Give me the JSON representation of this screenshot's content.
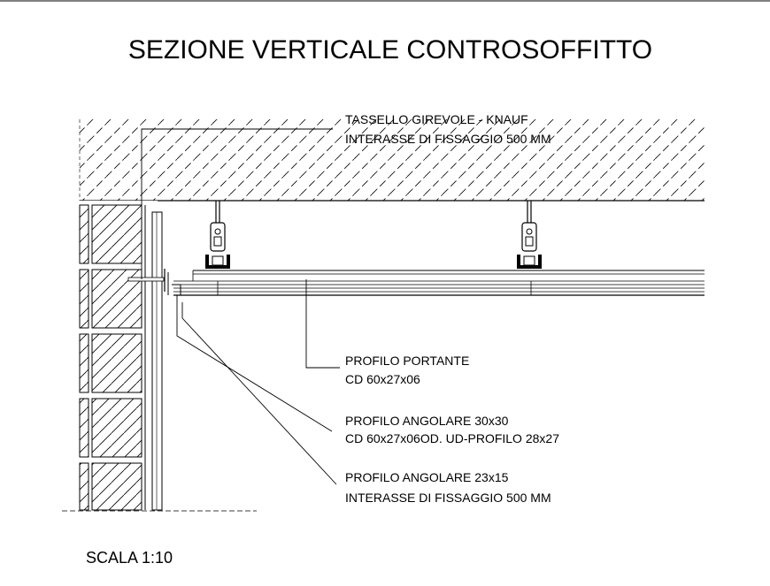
{
  "title": "SEZIONE VERTICALE CONTROSOFFITTO",
  "labels": {
    "tassello_line1": "TASSELLO GIREVOLE - KNAUF",
    "tassello_line2": "INTERASSE DI FISSAGGIO 500 MM",
    "portante_line1": "PROFILO PORTANTE",
    "portante_line2": "CD 60x27x06",
    "angolare30_line1": "PROFILO ANGOLARE 30x30",
    "angolare30_line2": "CD 60x27x06OD. UD-PROFILO 28x27",
    "angolare23_line1": "PROFILO ANGOLARE 23x15",
    "angolare23_line2": "INTERASSE DI FISSAGGIO 500 MM"
  },
  "scale": "SCALA 1:10"
}
